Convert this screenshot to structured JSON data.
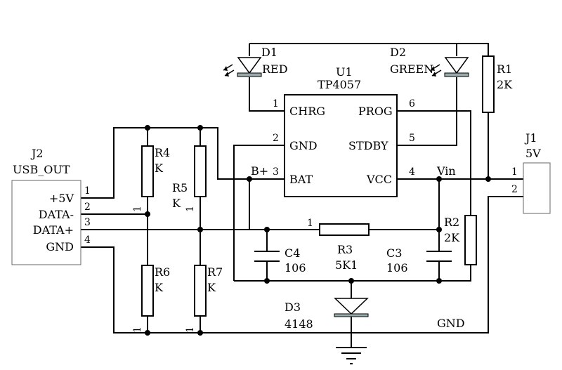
{
  "colors": {
    "line": "#000000",
    "background": "#ffffff"
  },
  "u1": {
    "ref": "U1",
    "part": "TP4057",
    "pins": {
      "chrg": {
        "name": "CHRG",
        "num": "1"
      },
      "gnd": {
        "name": "GND",
        "num": "2"
      },
      "bat": {
        "name": "BAT",
        "num": "3",
        "net": "B+"
      },
      "prog": {
        "name": "PROG",
        "num": "6"
      },
      "stdby": {
        "name": "STDBY",
        "num": "5"
      },
      "vcc": {
        "name": "VCC",
        "num": "4",
        "net": "Vin"
      }
    }
  },
  "d1": {
    "ref": "D1",
    "value": "RED"
  },
  "d2": {
    "ref": "D2",
    "value": "GREEN"
  },
  "d3": {
    "ref": "D3",
    "value": "4148"
  },
  "r1": {
    "ref": "R1",
    "value": "2K"
  },
  "r2": {
    "ref": "R2",
    "value": "2K"
  },
  "r3": {
    "ref": "R3",
    "value": "5K1",
    "pin": "1"
  },
  "r4": {
    "ref": "R4",
    "value": "K",
    "pin": "1"
  },
  "r5": {
    "ref": "R5",
    "value": "K",
    "pin": "1"
  },
  "r6": {
    "ref": "R6",
    "value": "K",
    "pin": "1"
  },
  "r7": {
    "ref": "R7",
    "value": "K",
    "pin": "1"
  },
  "c3": {
    "ref": "C3",
    "value": "106"
  },
  "c4": {
    "ref": "C4",
    "value": "106"
  },
  "j1": {
    "ref": "J1",
    "value": "5V",
    "pins": [
      "1",
      "2"
    ]
  },
  "j2": {
    "ref": "J2",
    "value": "USB_OUT",
    "pins": [
      {
        "name": "+5V",
        "num": "1"
      },
      {
        "name": "DATA-",
        "num": "2"
      },
      {
        "name": "DATA+",
        "num": "3"
      },
      {
        "name": "GND",
        "num": "4"
      }
    ]
  },
  "nets": {
    "gnd": "GND"
  }
}
